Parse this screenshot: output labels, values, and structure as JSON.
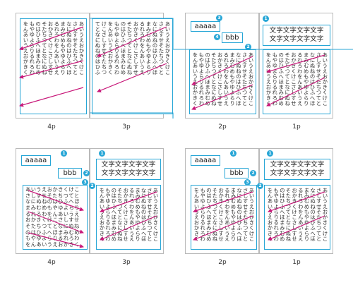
{
  "kana": {
    "c1": "あいうえおかきくけこ",
    "c2": "さしすせそたちつてと",
    "c3": "なにぬねのはひふへほ",
    "c4": "まみむめもやゆよらり",
    "c5": "るれろわをんあいうえ",
    "c6": "おかきくけこさしすせ",
    "c7": "そたちつてとなにぬね",
    "c8": "のはひふへほまみむめ",
    "c9": "もやゆよらりるれろわ",
    "c10": "をんあいうえおかきく",
    "c11": "けこさしすせそたちつ",
    "c12": "てとなにぬねのはひふ",
    "r1": "あいうえおかきくけこ",
    "r2": "さしすせそたちつてと",
    "r3": "なにぬねのはひふへほ",
    "r4": "まみむめもやゆよらり",
    "r5": "るれろわをんあいうえ",
    "r6": "おかきくけこさしすせ",
    "r7": "そたちつてとなにぬね",
    "r8": "のはひふへほまみむめ",
    "r9": "もやゆよらりるれろわ",
    "r10": "をんあいうえおかきく"
  },
  "heading_big": [
    "文字文字文字文字",
    "文字文字文字文字"
  ],
  "heading_a": "aaaaa",
  "heading_b": "bbb",
  "badges": [
    "1",
    "2",
    "3",
    "4"
  ],
  "captions": {
    "s1": [
      "4p",
      "3p"
    ],
    "s2": [
      "2p",
      "1p"
    ],
    "s3": [
      "4p",
      "3p"
    ],
    "s4": [
      "2p",
      "1p"
    ]
  },
  "colors": {
    "frame": "#27a6d6",
    "arrow": "#c8197a",
    "page_border": "#b9b9b9"
  }
}
